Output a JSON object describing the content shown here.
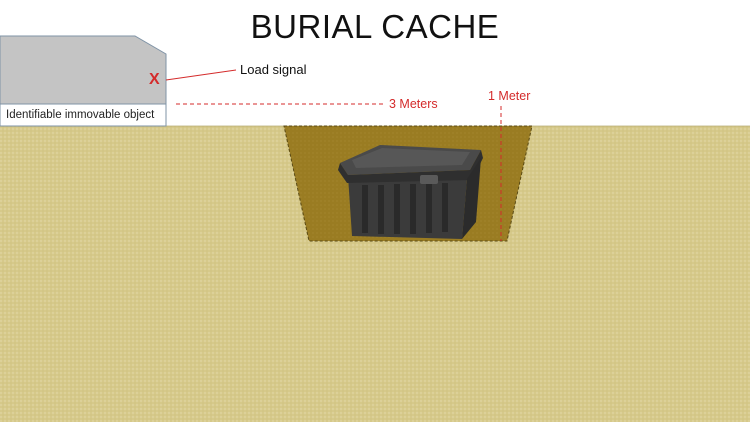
{
  "title": "BURIAL CACHE",
  "landmark": {
    "label": "Identifiable immovable object",
    "marker": "X"
  },
  "annotations": {
    "signal": "Load signal",
    "distance": "3 Meters",
    "depth": "1 Meter"
  },
  "container_icon": "storage-box",
  "colors": {
    "ground": "#d6c98a",
    "ground_dots": "#e6dcae",
    "pit": "#9a7c22",
    "object": "#c4c4c4",
    "accent": "#d42b2b",
    "box": "#3e3e3e"
  }
}
